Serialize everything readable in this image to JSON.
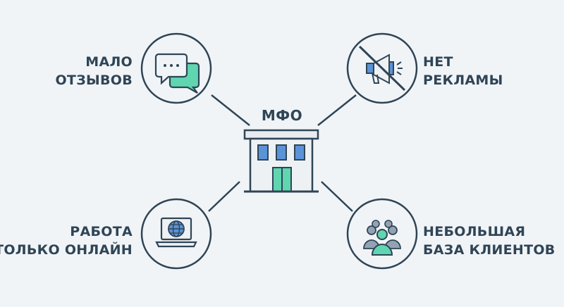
{
  "center": {
    "title": "МФО"
  },
  "nodes": {
    "reviews": {
      "line1": "МАЛО",
      "line2": "ОТЗЫВОВ",
      "icon": "chat-bubbles-icon"
    },
    "ads": {
      "line1": "НЕТ",
      "line2": "РЕКЛАМЫ",
      "icon": "no-megaphone-icon"
    },
    "online": {
      "line1": "РАБОТА",
      "line2": "ТОЛЬКО ОНЛАЙН",
      "icon": "laptop-globe-icon"
    },
    "clients": {
      "line1": "НЕБОЛЬШАЯ",
      "line2": "БАЗА КЛИЕНТОВ",
      "icon": "people-group-icon"
    }
  },
  "colors": {
    "stroke": "#2f4556",
    "accent": "#5fd6b0",
    "window": "#5b93d6",
    "background": "#f1f4f7"
  }
}
